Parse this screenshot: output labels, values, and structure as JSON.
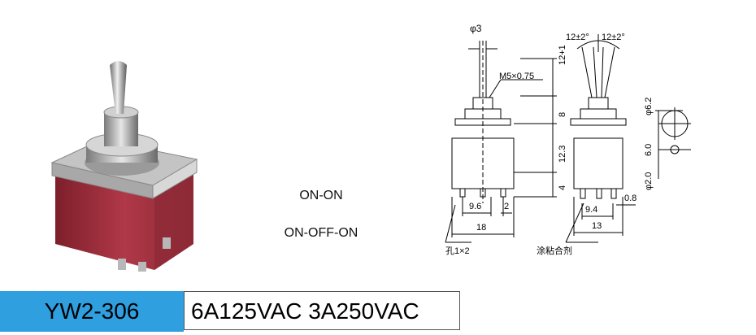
{
  "modes": [
    "ON-ON",
    "ON-OFF-ON"
  ],
  "model": "YW2-306",
  "rating": "6A125VAC 3A250VAC",
  "colors": {
    "model_bg": "#2f9fe0",
    "switch_body": "#a5323f",
    "metal": "#c8c8c8"
  },
  "drawing_labels": {
    "lever_dia": "φ3",
    "thread": "M5×0.75",
    "angle_left": "12±2°",
    "angle_right": "12±2°",
    "lever_height": "12+1",
    "bushing": "8",
    "body_height": "12.3",
    "terminal": "4",
    "pitch_front": "9.6",
    "pin_width": "2",
    "body_width": "18",
    "hole": "孔1×2",
    "pitch_side": "9.4",
    "pin_thick": "0.8",
    "side_width": "13",
    "adhesive": "涂粘合剂",
    "pin_hole_big": "φ6.2",
    "pin_spacing": "6.0",
    "pin_hole_small": "φ2.0"
  }
}
